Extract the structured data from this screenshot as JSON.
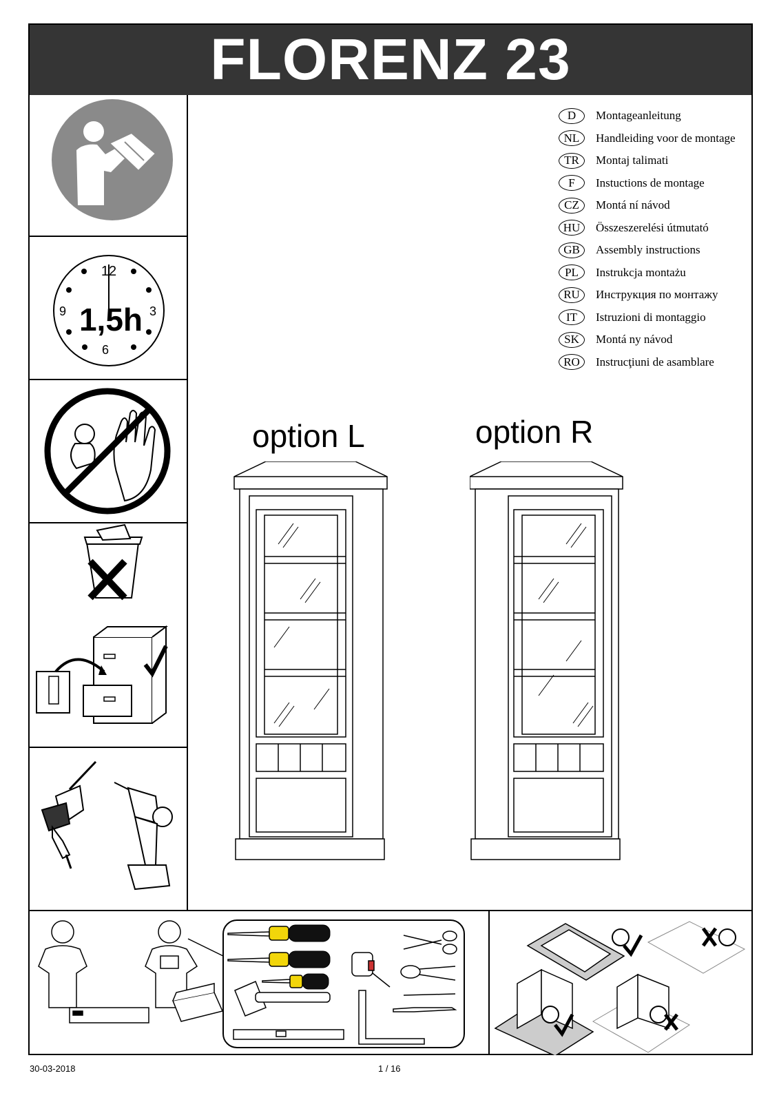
{
  "title": "FLORENZ 23",
  "sidebar": {
    "clock": {
      "n12": "12",
      "n3": "3",
      "n6": "6",
      "n9": "9",
      "duration": "1,5h"
    }
  },
  "languages": [
    {
      "code": "D",
      "text": "Montageanleitung"
    },
    {
      "code": "NL",
      "text": "Handleiding voor de montage"
    },
    {
      "code": "TR",
      "text": "Montaj  talimati"
    },
    {
      "code": "F",
      "text": "Instuctions de montage"
    },
    {
      "code": "CZ",
      "text": "Montá ní návod"
    },
    {
      "code": "HU",
      "text": "Összeszerelési útmutató"
    },
    {
      "code": "GB",
      "text": "Assembly instructions"
    },
    {
      "code": "PL",
      "text": "Instrukcja montażu"
    },
    {
      "code": "RU",
      "text": "Инструкция по монтажу"
    },
    {
      "code": "IT",
      "text": "Istruzioni di montaggio"
    },
    {
      "code": "SK",
      "text": "Montá ny návod"
    },
    {
      "code": "RO",
      "text": "Instrucţiuni de asamblare"
    }
  ],
  "options": {
    "left": "option L",
    "right": "option R"
  },
  "footer": {
    "date": "30-03-2018",
    "page": "1 / 16"
  },
  "icons": [
    "read-manual-icon",
    "clock-icon",
    "no-children-icon",
    "no-trash-icon",
    "keep-file-icon",
    "no-drill-icon",
    "cordless-screwdriver-icon",
    "two-workers-icon",
    "toolbox-icon",
    "screwdriver-icon",
    "hammer-icon",
    "level-icon",
    "tape-measure-icon",
    "scissors-icon",
    "pliers-icon",
    "drill-bit-icon",
    "square-icon",
    "work-on-carpet-icon",
    "no-hard-floor-icon",
    "smiley-icon",
    "sad-face-icon",
    "check-icon",
    "cross-icon"
  ]
}
